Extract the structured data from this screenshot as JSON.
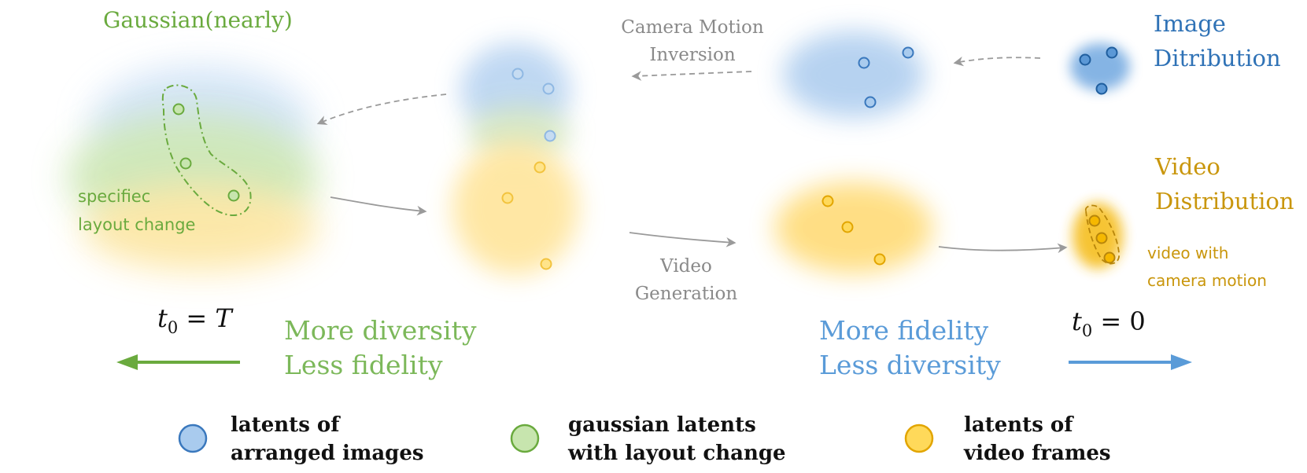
{
  "labels": {
    "gaussian_title": "Gaussian(nearly)",
    "camera_motion_line1": "Camera Motion",
    "camera_motion_line2": "Inversion",
    "image_dist_line1": "Image",
    "image_dist_line2": "Ditribution",
    "video_dist_line1": "Video",
    "video_dist_line2": "Distribution",
    "specific_line1": "specifiec",
    "specific_line2": "layout change",
    "video_gen_line1": "Video",
    "video_gen_line2": "Generation",
    "video_camera_line1": "video with",
    "video_camera_line2": "camera motion",
    "t0_T_var": "t",
    "t0_T_sub": "0",
    "t0_T_rest": " = T",
    "t0_0_var": "t",
    "t0_0_sub": "0",
    "t0_0_rest": " = 0",
    "more_diversity": "More diversity",
    "less_fidelity": "Less fidelity",
    "more_fidelity": "More fidelity",
    "less_diversity": "Less diversity"
  },
  "legend": [
    {
      "line1": "latents of",
      "line2": "arranged images",
      "color": "blue"
    },
    {
      "line1": "gaussian latents",
      "line2": "with layout change",
      "color": "green"
    },
    {
      "line1": "latents of",
      "line2": "video frames",
      "color": "yellow"
    }
  ],
  "colors": {
    "blue": "#3a78bd",
    "blue_light": "#9ec3ea",
    "green": "#6aaa3e",
    "green_light": "#b9dd9a",
    "yellow": "#c9960c",
    "yellow_light": "#ffd35a",
    "gray": "#9a9a9a",
    "light_blue_text": "#5a9bd8"
  }
}
